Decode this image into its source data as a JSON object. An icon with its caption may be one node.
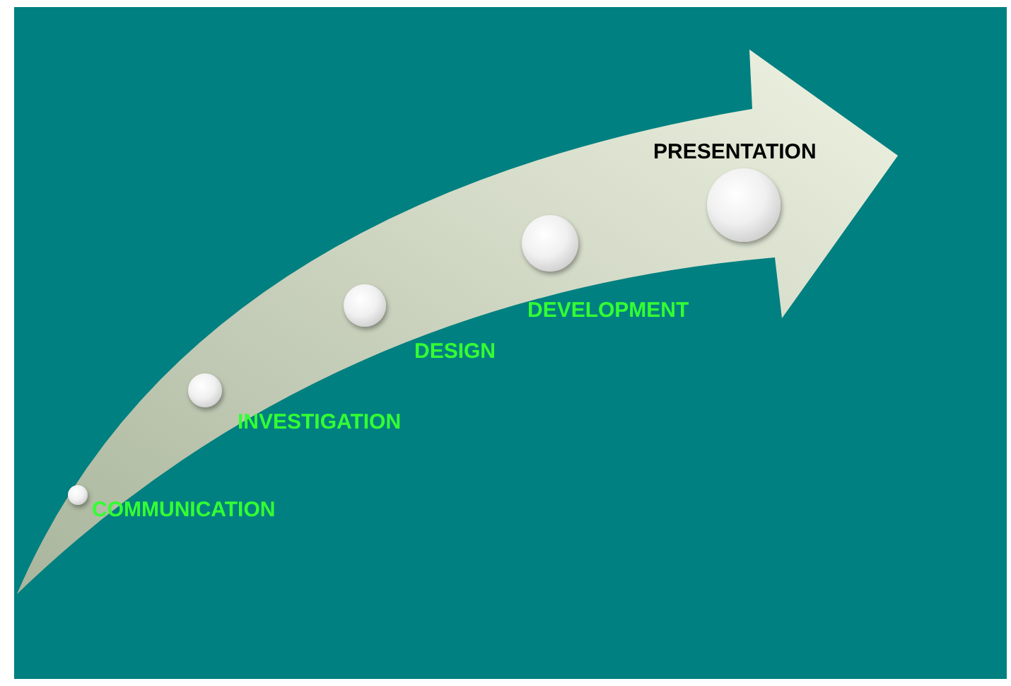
{
  "diagram": {
    "nodes": [
      {
        "text": [],
        "shape": "circle",
        "beside": [
          "COMMUNICATION"
        ]
      },
      {
        "text": [],
        "shape": "circle",
        "beside": [
          "INVESTIGATION"
        ]
      },
      {
        "text": [],
        "shape": "circle",
        "beside": [
          "DESIGN"
        ]
      },
      {
        "text": [],
        "shape": "circle",
        "beside": [
          "DEVELOPMENT"
        ]
      },
      {
        "text": [],
        "shape": "circle",
        "beside": [
          "PRESENTATION"
        ]
      }
    ]
  }
}
